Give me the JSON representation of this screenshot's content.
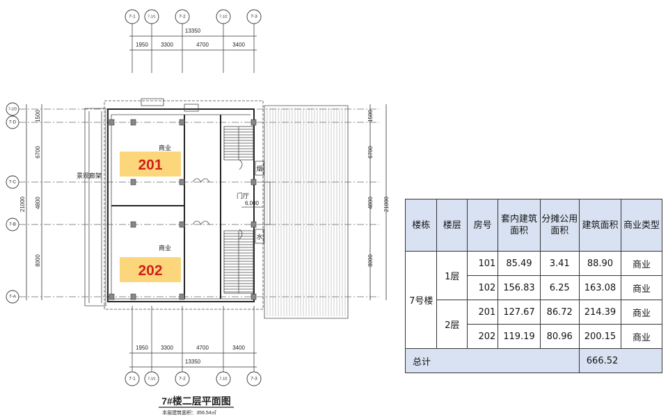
{
  "plan": {
    "grid_top": [
      "7-1",
      "7-1/1",
      "7-2",
      "7-1/2",
      "7-3"
    ],
    "grid_bottom": [
      "7-1",
      "7-1/1",
      "7-2",
      "7-1/2",
      "7-3"
    ],
    "grid_left": [
      "7-1/D",
      "7-D",
      "7-C",
      "7-B",
      "7-A"
    ],
    "dim_total_top": "13350",
    "dim_segments_top": [
      "1950",
      "3300",
      "4700",
      "3400"
    ],
    "dim_total_bottom": "13350",
    "dim_segments_bottom": [
      "1950",
      "3300",
      "4700",
      "3400"
    ],
    "dim_left_total": "21000",
    "dim_left_segments": [
      "1500",
      "6700",
      "4800",
      "8000"
    ],
    "dim_right_total": "21000",
    "dim_right_segments": [
      "1500",
      "6700",
      "4800",
      "8000"
    ],
    "label_pergola": "景观廊架",
    "label_commercial_1": "商业",
    "label_commercial_2": "商业",
    "label_lobby": "门厅",
    "label_elevation": "6.000",
    "label_flue": "烟",
    "label_water": "水",
    "room_tag_1": "201",
    "room_tag_2": "202",
    "plan_title": "7#楼二层平面图",
    "plan_subtitle": "本层建筑面积：356.54㎡",
    "colors": {
      "tag_fill": "#fcd67a",
      "tag_text": "#d0201b",
      "table_header": "#d9e2f3"
    }
  },
  "table": {
    "headers": [
      "楼栋",
      "楼层",
      "房号",
      "套内建筑面积",
      "分摊公用面积",
      "建筑面积",
      "商业类型"
    ],
    "building": "7号楼",
    "floors": [
      {
        "floor": "1层",
        "rows": [
          {
            "room": "101",
            "inner": "85.49",
            "shared": "3.41",
            "area": "88.90",
            "type": "商业"
          },
          {
            "room": "102",
            "inner": "156.83",
            "shared": "6.25",
            "area": "163.08",
            "type": "商业"
          }
        ]
      },
      {
        "floor": "2层",
        "rows": [
          {
            "room": "201",
            "inner": "127.67",
            "shared": "86.72",
            "area": "214.39",
            "type": "商业"
          },
          {
            "room": "202",
            "inner": "119.19",
            "shared": "80.96",
            "area": "200.15",
            "type": "商业"
          }
        ]
      }
    ],
    "total_label": "总计",
    "total_value": "666.52"
  }
}
